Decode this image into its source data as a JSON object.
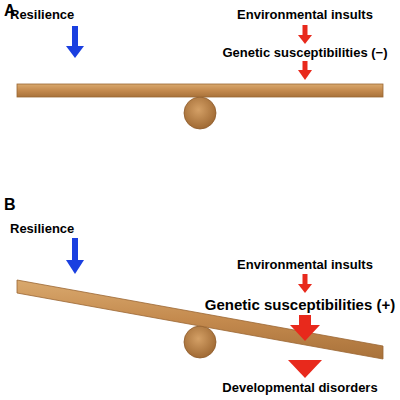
{
  "diagram": {
    "labels": [
      "A",
      "Resilience",
      "Environmental insults",
      "Genetic susceptibilities (−)",
      "B",
      "Resilience",
      "Environmental insults",
      "Genetic susceptibilities (+)",
      "Developmental disorders"
    ]
  }
}
